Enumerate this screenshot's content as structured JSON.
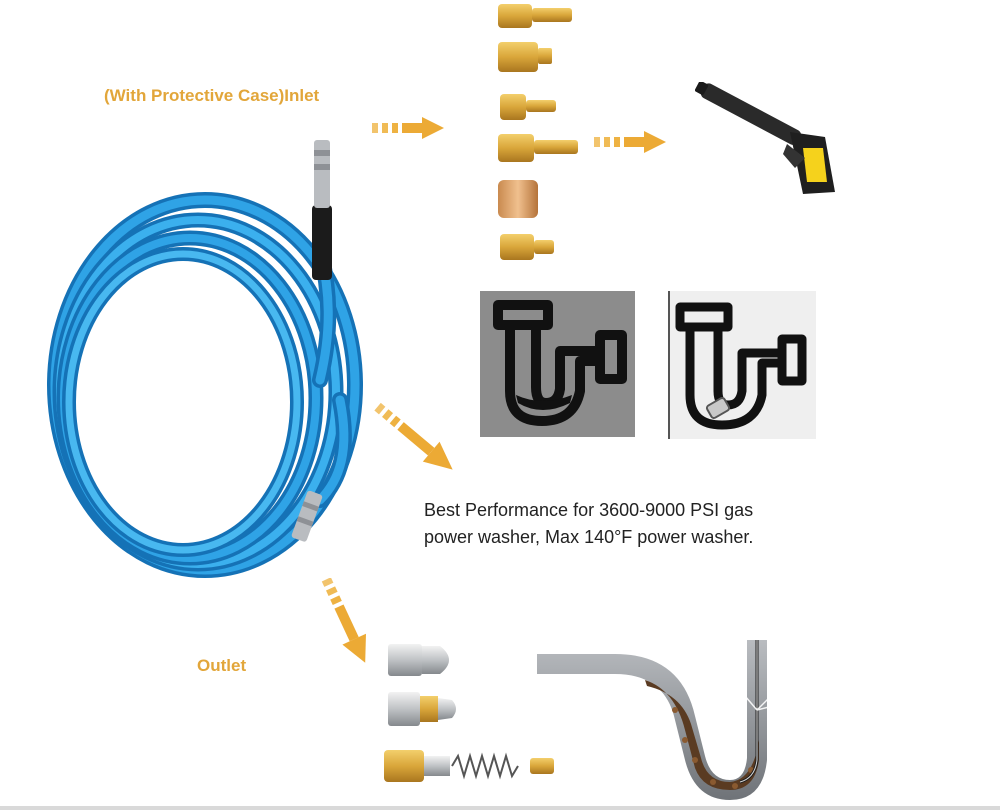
{
  "labels": {
    "inlet": "(With Protective Case)Inlet",
    "outlet": "Outlet",
    "performance_line1": "Best Performance for 3600-9000 PSI gas",
    "performance_line2": "power washer, Max 140°F power washer."
  },
  "colors": {
    "hose_blue": "#1e8fd4",
    "label_gold": "#e2a63a",
    "brass": "#d9a63a",
    "dark_panel": "#8c8c8c",
    "light_panel": "#efefef"
  },
  "icons": {
    "hose": "blue-sewer-jetter-hose-icon",
    "gun": "pressure-washer-gun-icon",
    "clogged_pipe": "clogged-p-trap-icon",
    "cleaned_pipe": "cleaned-p-trap-with-nozzle-icon",
    "pipe_cutaway": "pipe-cutaway-cleaning-icon"
  }
}
